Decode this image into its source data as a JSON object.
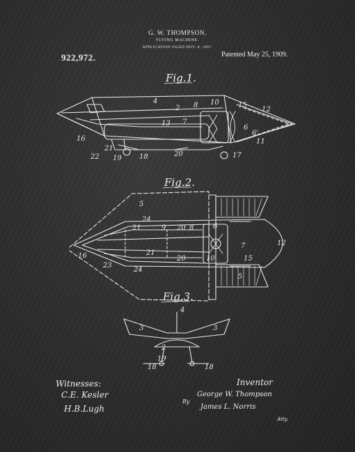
{
  "header": {
    "inventor": "G. W. THOMPSON.",
    "title": "FLYING MACHINE.",
    "filed": "APPLICATION FILED NOV. 8, 1907."
  },
  "patent_number": "922,972.",
  "patent_date": "Patented May 25, 1909.",
  "figures": {
    "fig1": {
      "label": "Fig.1.",
      "callouts": [
        "4",
        "2",
        "8",
        "10",
        "15",
        "12",
        "13",
        "7",
        "6",
        "6'",
        "16",
        "21",
        "22",
        "19",
        "18",
        "20",
        "17",
        "11"
      ]
    },
    "fig2": {
      "label": "Fig.2.",
      "callouts": [
        "5",
        "24",
        "21",
        "9",
        "20",
        "8",
        "6",
        "7",
        "12",
        "16",
        "21",
        "20",
        "15",
        "10",
        "23",
        "24",
        "5"
      ]
    },
    "fig3": {
      "label": "Fig.3.",
      "callouts": [
        "4",
        "3",
        "3",
        "2",
        "19",
        "18",
        "18"
      ]
    }
  },
  "signatures": {
    "witnesses_label": "Witnesses:",
    "witness_1": "C.E. Kesler",
    "witness_2": "H.B.Lugh",
    "inventor_label": "Inventor",
    "inventor_name": "George W. Thompson",
    "by_label": "By",
    "attorney": "James L. Norris",
    "attys_label": "Atty."
  },
  "colors": {
    "background": "#2c2c2c",
    "chalk": "#eeeeee"
  }
}
